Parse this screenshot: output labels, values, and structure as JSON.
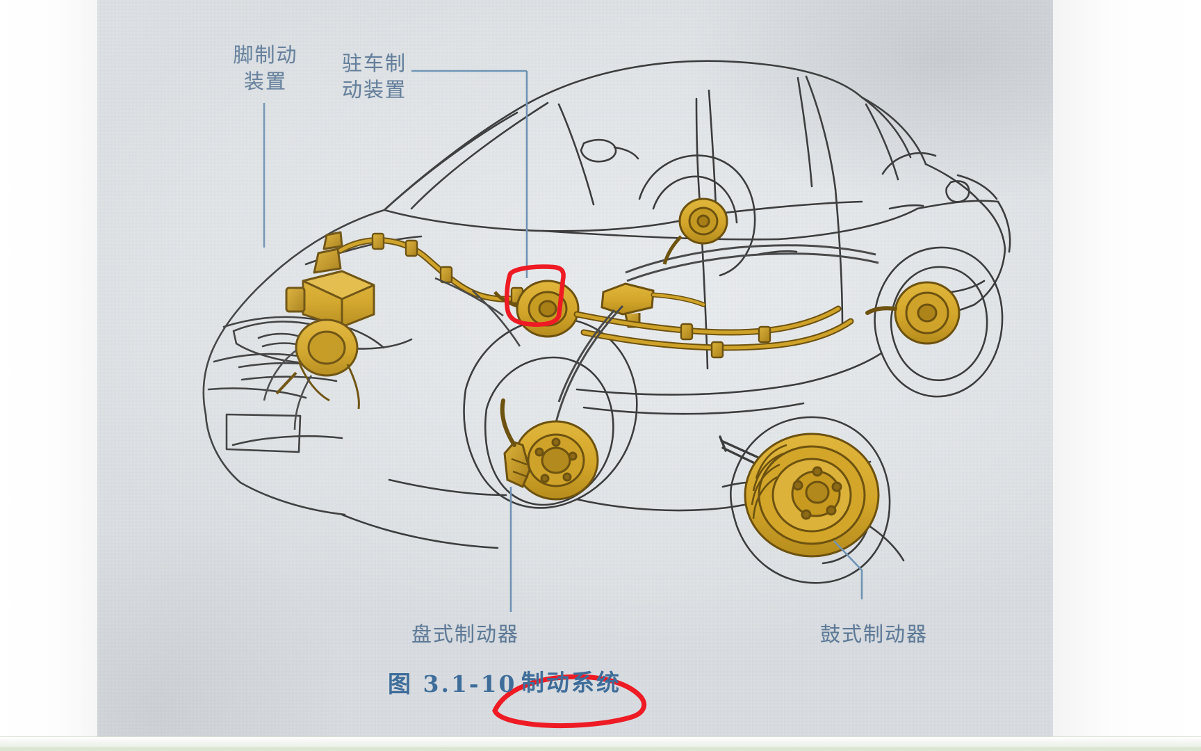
{
  "figure": {
    "caption_number": "图 3.1-10",
    "caption_title": "制动系统",
    "labels": {
      "foot_brake": "脚制动\n装置",
      "parking_brake": "驻车制\n动装置",
      "disc_brake": "盘式制动器",
      "drum_brake": "鼓式制动器"
    }
  },
  "colors": {
    "label_blue": "#5e7a97",
    "leader_blue": "#6f93b4",
    "caption_blue": "#3f6d9a",
    "annotation_red": "#ee1b24",
    "brake_gold": "#d4a82a",
    "brake_gold_dark": "#8d6a16",
    "line_ink": "#3b3b3b",
    "paper": "#e4e7ea"
  },
  "annotations": [
    {
      "name": "red-box-center",
      "shape": "rounded-rectangle"
    },
    {
      "name": "red-circle-caption",
      "shape": "ellipse-sketch"
    }
  ]
}
